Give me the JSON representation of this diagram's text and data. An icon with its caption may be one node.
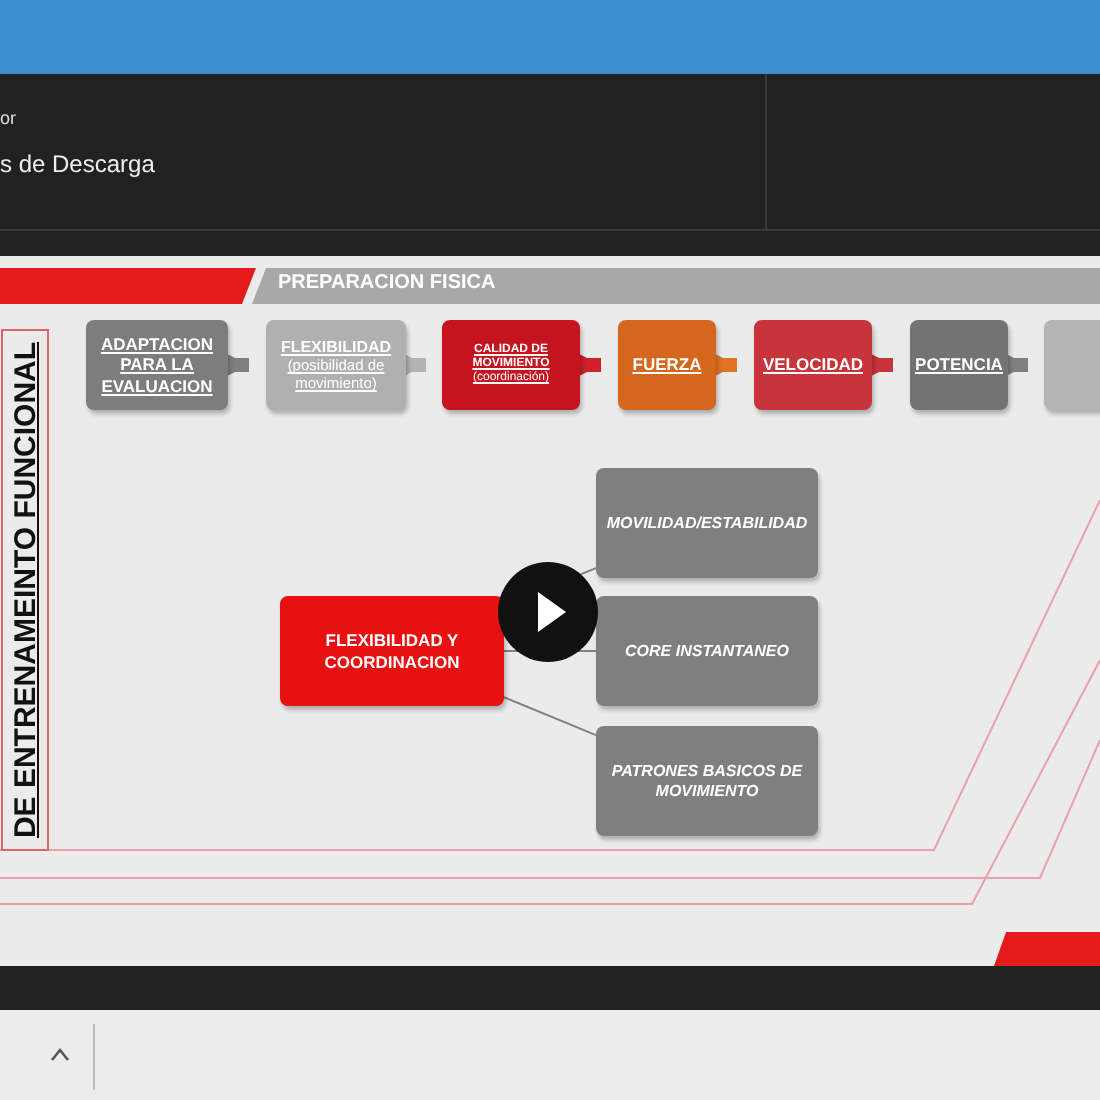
{
  "diagram": {
    "nodes": [
      {
        "text": [
          "ADAPTACION PARA LA EVALUACION"
        ]
      },
      {
        "text": [
          "FLEXIBILIDAD",
          "(posibilidad de movimiento)"
        ]
      },
      {
        "text": [
          "CALIDAD DE MOVIMIENTO",
          "(coordinación)"
        ]
      },
      {
        "text": [
          "FUERZA"
        ]
      },
      {
        "text": [
          "VELOCIDAD"
        ]
      },
      {
        "text": [
          "POTENCIA"
        ]
      },
      {
        "text": [],
        "shape": "box"
      },
      {
        "text": [
          "FLEXIBILIDAD Y COORDINACION"
        ]
      },
      {
        "text": [
          "MOVILIDAD/ESTABILIDAD"
        ]
      },
      {
        "text": [
          "CORE INSTANTANEO"
        ]
      },
      {
        "text": [
          "PATRONES BASICOS DE MOVIMIENTO"
        ]
      }
    ],
    "edges": [
      {
        "from": 0,
        "to": 1,
        "arrow": "to"
      },
      {
        "from": 1,
        "to": 2,
        "arrow": "to",
        "color": "#b3b3b3"
      },
      {
        "from": 2,
        "to": 3,
        "arrow": "to",
        "color": "#d0202a"
      },
      {
        "from": 3,
        "to": 4,
        "arrow": "to",
        "color": "#e07424"
      },
      {
        "from": 4,
        "to": 5,
        "arrow": "to",
        "color": "#c8343c"
      },
      {
        "from": 5,
        "to": 6,
        "arrow": "to"
      },
      {
        "from": 7,
        "to": 8,
        "arrow": "none"
      },
      {
        "from": 7,
        "to": 9,
        "arrow": "none"
      },
      {
        "from": 7,
        "to": 10,
        "arrow": "none"
      }
    ],
    "labels": [
      "or",
      "s de Descarga",
      "PREPARACION FISICA",
      "DE ENTRENAMEINTO FUNCIONAL"
    ]
  }
}
